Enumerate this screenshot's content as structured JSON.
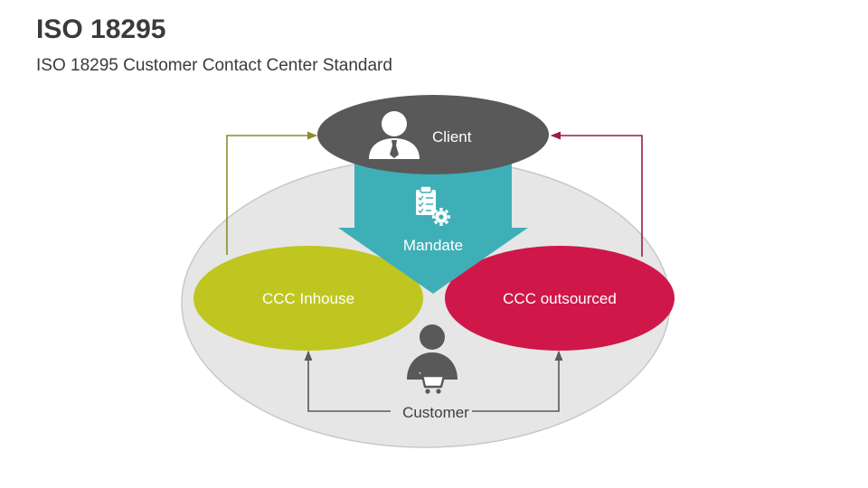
{
  "header": {
    "title": "ISO 18295",
    "subtitle": "ISO 18295 Customer Contact Center Standard"
  },
  "diagram": {
    "nodes": {
      "client": {
        "label": "Client",
        "icon": "user-tie-icon",
        "color": "#595959"
      },
      "mandate": {
        "label": "Mandate",
        "icon": "clipboard-gear-icon",
        "color": "#3fafb7"
      },
      "inhouse": {
        "label": "CCC Inhouse",
        "color": "#bfc61f"
      },
      "outsourced": {
        "label": "CCC outsourced",
        "color": "#d0174a"
      },
      "customer": {
        "label": "Customer",
        "icon": "shopping-user-icon",
        "color": "#595959"
      }
    },
    "background_ellipse_color": "#e6e6e6",
    "connector_colors": {
      "inhouse_to_client": "#8c8c2a",
      "outsourced_to_client": "#9b1c44",
      "customer_to_ccc": "#595959"
    }
  }
}
